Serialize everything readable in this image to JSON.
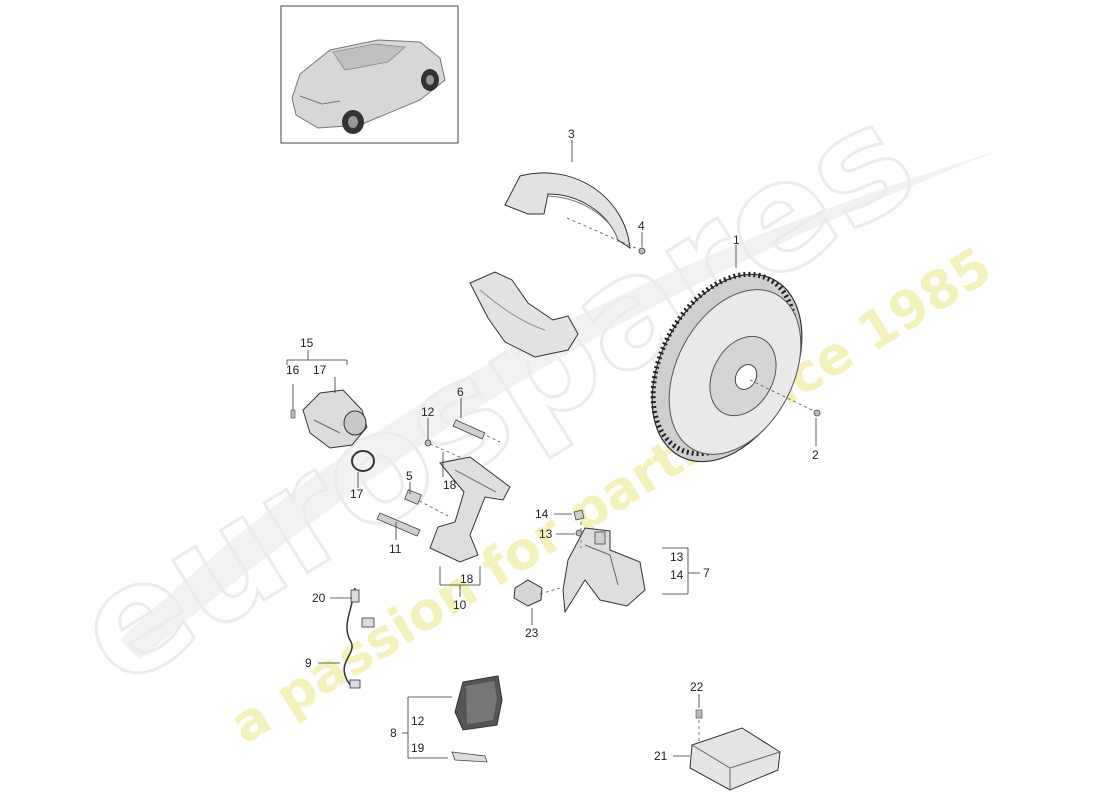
{
  "watermark": {
    "logo_text": "eurospares",
    "tagline": "a passion for parts since 1985"
  },
  "callouts": {
    "c1": "1",
    "c2": "2",
    "c3": "3",
    "c4": "4",
    "c5": "5",
    "c6": "6",
    "c7": "7",
    "c8": "8",
    "c9": "9",
    "c10": "10",
    "c11": "11",
    "c12_a": "12",
    "c12_b": "12",
    "c13_a": "13",
    "c13_b": "13",
    "c14_a": "14",
    "c14_b": "14",
    "c15": "15",
    "c16": "16",
    "c17_a": "17",
    "c17_b": "17",
    "c18_a": "18",
    "c18_b": "18",
    "c19": "19",
    "c20": "20",
    "c21": "21",
    "c22": "22",
    "c23": "23"
  },
  "colors": {
    "line_art": "#333333",
    "part_fill": "#e6e6e6",
    "part_dark": "#555555",
    "watermark_grey": "#efefef",
    "watermark_yellow": "#f3f0b0"
  }
}
